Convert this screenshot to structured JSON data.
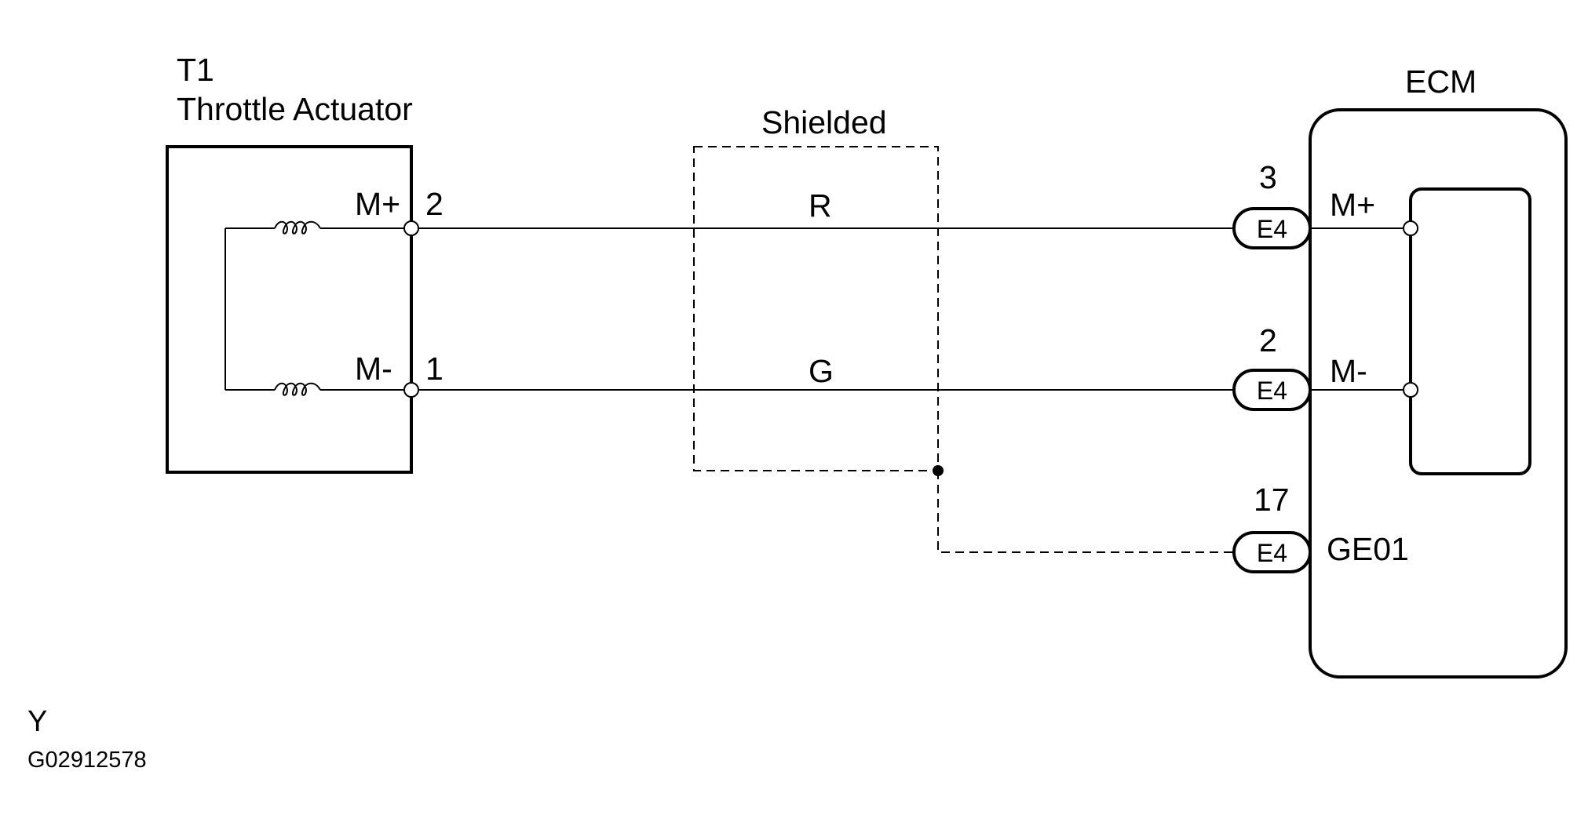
{
  "actuator": {
    "code": "T1",
    "name": "Throttle Actuator",
    "pin_top_label": "M+",
    "pin_top_num": "2",
    "pin_bottom_label": "M-",
    "pin_bottom_num": "1"
  },
  "shield": {
    "label": "Shielded"
  },
  "wires": {
    "top_color": "R",
    "bottom_color": "G"
  },
  "ecm": {
    "title": "ECM",
    "pins": [
      {
        "num": "3",
        "connector": "E4",
        "label": "M+"
      },
      {
        "num": "2",
        "connector": "E4",
        "label": "M-"
      },
      {
        "num": "17",
        "connector": "E4",
        "label": "GE01"
      }
    ]
  },
  "footer": {
    "code_letter": "Y",
    "figure_id": "G02912578"
  }
}
